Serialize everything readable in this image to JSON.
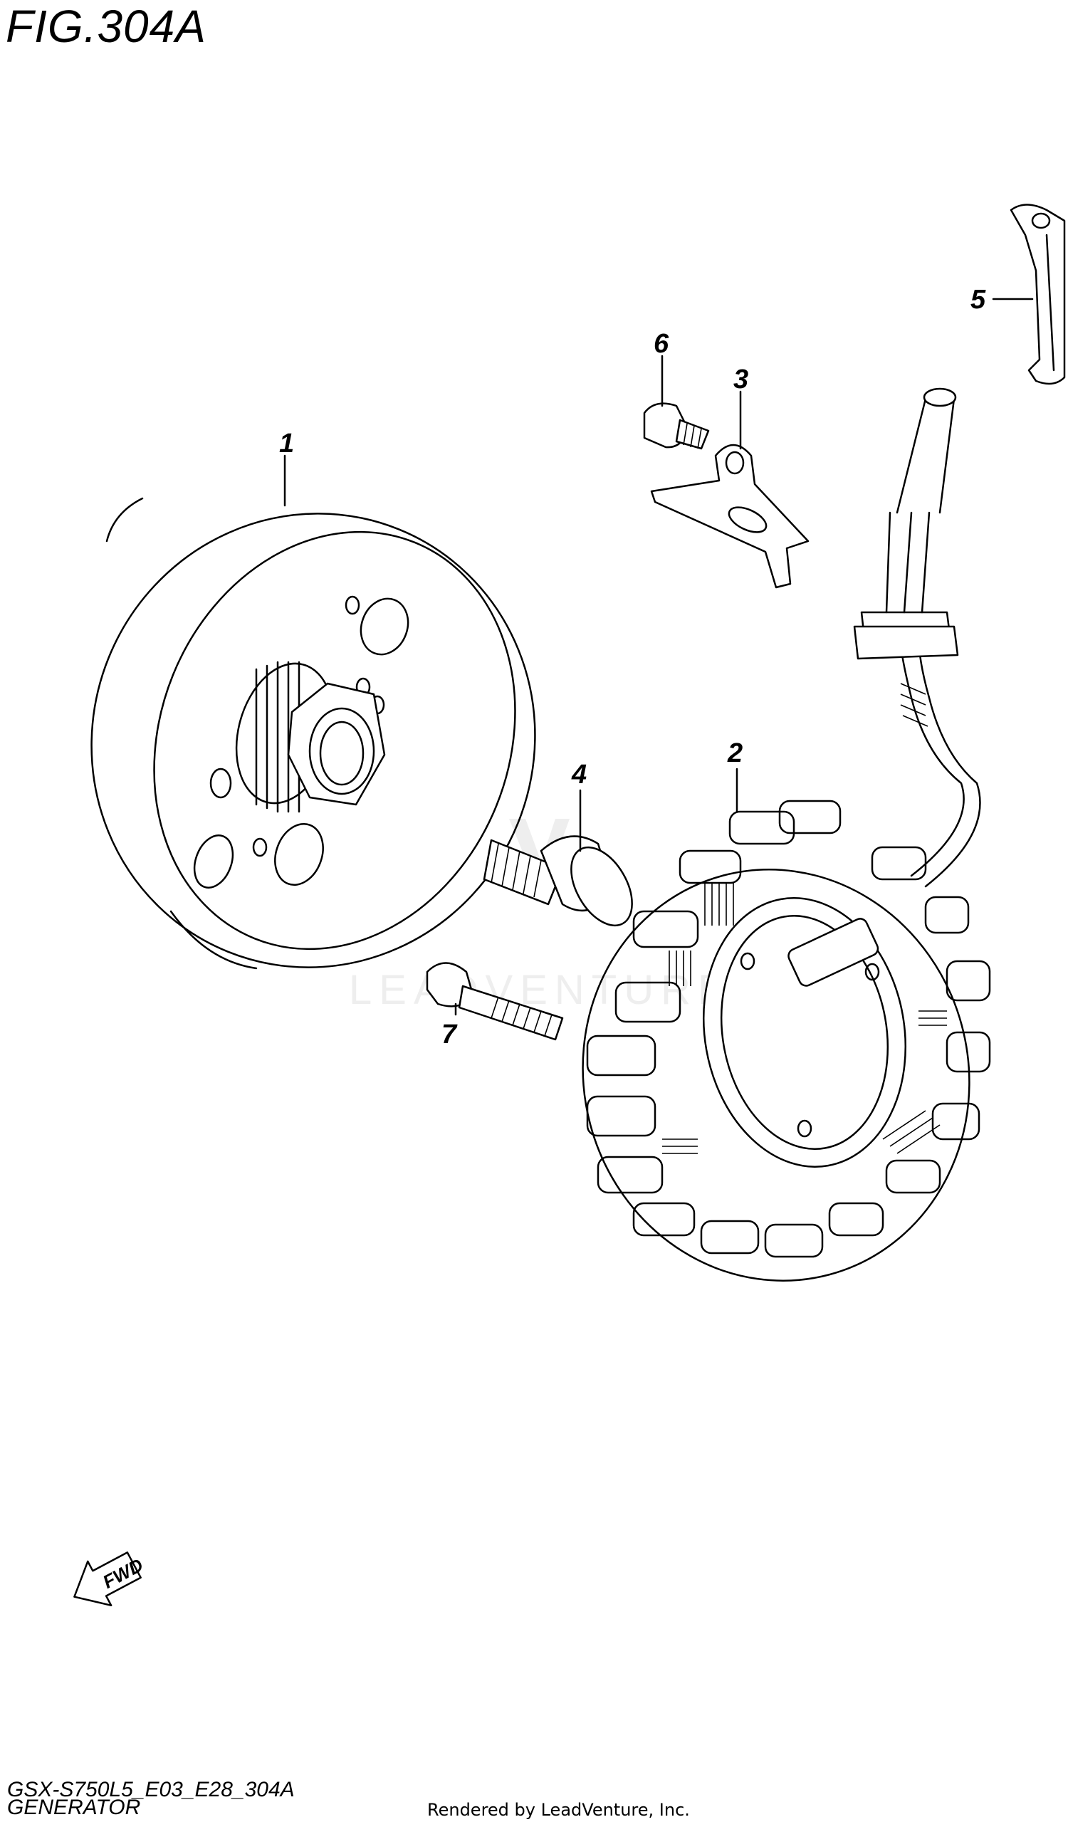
{
  "figure": {
    "title": "FIG.304A",
    "model_code": "GSX-S750L5_E03_E28_304A",
    "name": "GENERATOR",
    "credit": "Rendered by LeadVenture, Inc.",
    "watermark": "LEADVENTURE"
  },
  "callouts": [
    {
      "id": "1",
      "label": "1"
    },
    {
      "id": "2",
      "label": "2"
    },
    {
      "id": "3",
      "label": "3"
    },
    {
      "id": "4",
      "label": "4"
    },
    {
      "id": "5",
      "label": "5"
    },
    {
      "id": "6",
      "label": "6"
    },
    {
      "id": "7",
      "label": "7"
    }
  ],
  "direction_arrow": {
    "label": "FWD"
  },
  "colors": {
    "line": "#000000",
    "background": "#ffffff",
    "watermark": "#d8d8d8"
  }
}
